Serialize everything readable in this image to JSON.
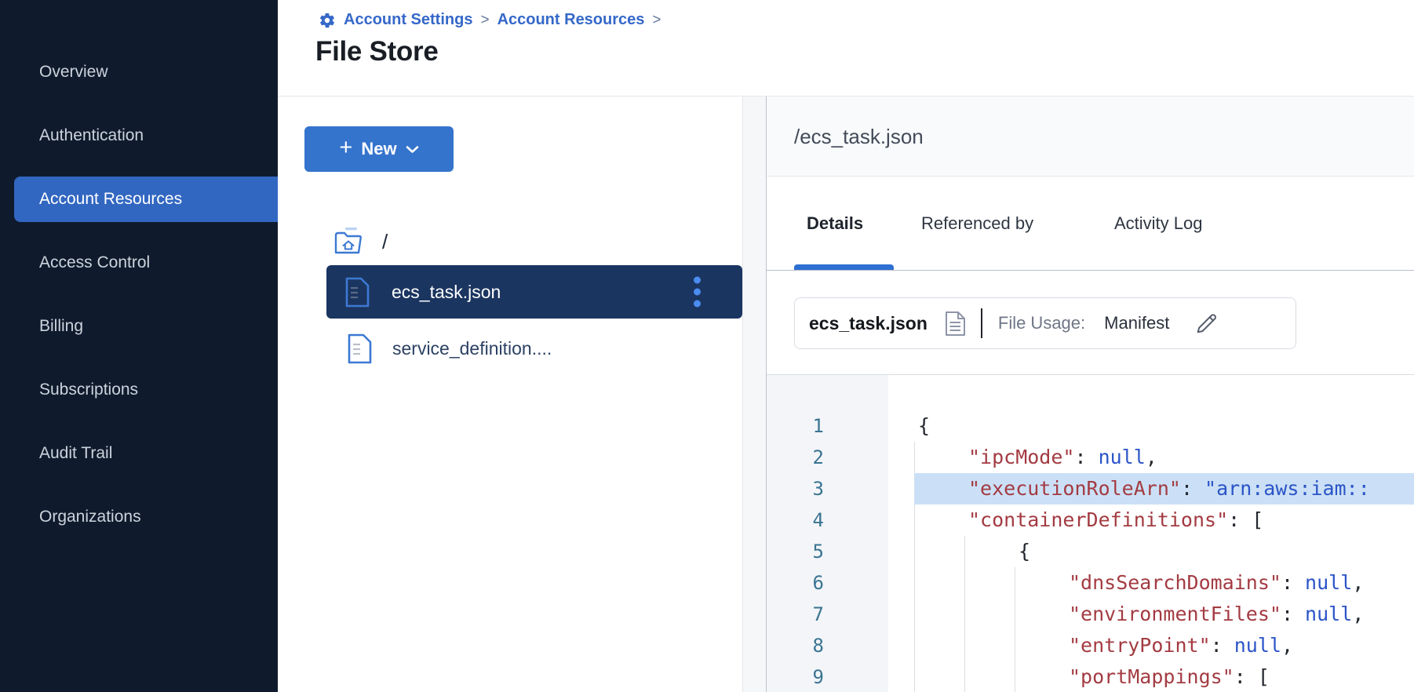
{
  "sidebar": {
    "items": [
      {
        "label": "Overview",
        "selected": false
      },
      {
        "label": "Authentication",
        "selected": false
      },
      {
        "label": "Account Resources",
        "selected": true
      },
      {
        "label": "Access Control",
        "selected": false
      },
      {
        "label": "Billing",
        "selected": false
      },
      {
        "label": "Subscriptions",
        "selected": false
      },
      {
        "label": "Audit Trail",
        "selected": false
      },
      {
        "label": "Organizations",
        "selected": false
      }
    ]
  },
  "header": {
    "breadcrumbs": [
      "Account Settings",
      "Account Resources"
    ],
    "separator": ">",
    "title": "File Store"
  },
  "file_panel": {
    "new_button": {
      "plus": "+",
      "label": "New"
    },
    "root_path": "/",
    "files": [
      {
        "name": "ecs_task.json",
        "selected": true,
        "has_menu": true
      },
      {
        "name": "service_definition....",
        "selected": false,
        "has_menu": false
      }
    ]
  },
  "detail_panel": {
    "path": "/ecs_task.json",
    "tabs": [
      {
        "label": "Details",
        "active": true
      },
      {
        "label": "Referenced by",
        "active": false
      },
      {
        "label": "Activity Log",
        "active": false
      }
    ],
    "file_info": {
      "name": "ecs_task.json",
      "usage_label": "File Usage:",
      "usage_value": "Manifest"
    },
    "code": {
      "lines": [
        {
          "n": 1,
          "indent": 0,
          "highlighted": false,
          "tokens": [
            [
              "p",
              "{"
            ]
          ]
        },
        {
          "n": 2,
          "indent": 1,
          "highlighted": false,
          "tokens": [
            [
              "k",
              "\"ipcMode\""
            ],
            [
              "p",
              ": "
            ],
            [
              "v",
              "null"
            ],
            [
              "p",
              ","
            ]
          ]
        },
        {
          "n": 3,
          "indent": 1,
          "highlighted": true,
          "tokens": [
            [
              "k",
              "\"executionRoleArn\""
            ],
            [
              "p",
              ": "
            ],
            [
              "s",
              "\"arn:aws:iam::"
            ]
          ]
        },
        {
          "n": 4,
          "indent": 1,
          "highlighted": false,
          "tokens": [
            [
              "k",
              "\"containerDefinitions\""
            ],
            [
              "p",
              ": ["
            ]
          ]
        },
        {
          "n": 5,
          "indent": 2,
          "highlighted": false,
          "tokens": [
            [
              "p",
              "{"
            ]
          ]
        },
        {
          "n": 6,
          "indent": 3,
          "highlighted": false,
          "tokens": [
            [
              "k",
              "\"dnsSearchDomains\""
            ],
            [
              "p",
              ": "
            ],
            [
              "v",
              "null"
            ],
            [
              "p",
              ","
            ]
          ]
        },
        {
          "n": 7,
          "indent": 3,
          "highlighted": false,
          "tokens": [
            [
              "k",
              "\"environmentFiles\""
            ],
            [
              "p",
              ": "
            ],
            [
              "v",
              "null"
            ],
            [
              "p",
              ","
            ]
          ]
        },
        {
          "n": 8,
          "indent": 3,
          "highlighted": false,
          "tokens": [
            [
              "k",
              "\"entryPoint\""
            ],
            [
              "p",
              ": "
            ],
            [
              "v",
              "null"
            ],
            [
              "p",
              ","
            ]
          ]
        },
        {
          "n": 9,
          "indent": 3,
          "highlighted": false,
          "tokens": [
            [
              "k",
              "\"portMappings\""
            ],
            [
              "p",
              ": ["
            ]
          ]
        }
      ]
    }
  },
  "icons": [
    "gear-icon",
    "chevron-down-icon",
    "plus-icon",
    "folder-home-icon",
    "file-icon",
    "kebab-menu-icon",
    "document-icon",
    "pencil-icon"
  ],
  "colors": {
    "accent_blue": "#3574cd",
    "breadcrumb_blue": "#3568c8",
    "sidebar_bg": "#0f1b2d",
    "sidebar_selected_bg": "#3267c1",
    "selected_file_bg": "#1b3561",
    "tab_underline": "#2d6fd3",
    "line_highlight_bg": "#cbe0f6",
    "code_key": "#a33b42",
    "code_value": "#2b54c7",
    "line_number": "#3a7492"
  }
}
